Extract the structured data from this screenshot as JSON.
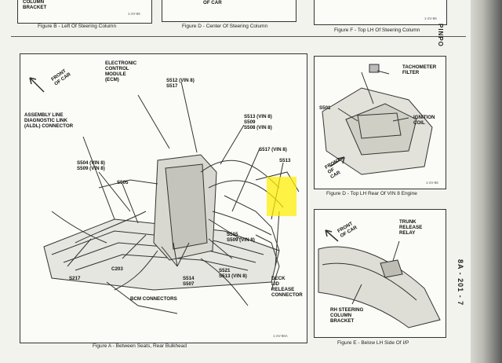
{
  "page_number": "8A - 201 - 7",
  "spine_label": "PINPO",
  "top_strip": {
    "fig_b_caption": "Figure B - Left Of Steering Column",
    "fig_b_label": "COLUMN\nBRACKET",
    "fig_b_code": "1-2V-86",
    "fig_d_caption": "Figure D - Center Of Steering Column",
    "fig_d_label": "OF CAR",
    "fig_f_caption": "Figure F - Top LH Of Steering Column",
    "fig_f_code": "1-2V-86"
  },
  "figure_a": {
    "caption": "Figure A - Between Seats, Rear Bulkhead",
    "code": "1-2V-86A",
    "labels": {
      "front": "FRONT\nOF CAR",
      "ecm": "ELECTRONIC\nCONTROL\nMODULE\n(ECM)",
      "s512": "S512 (VIN 8)\nS517",
      "s513": "S513 (VIN 8)\nS509\nS508 (VIN 8)",
      "aldl": "ASSEMBLY LINE\nDIAGNOSTIC LINK\n(ALDL) CONNECTOR",
      "s504": "S504 (VIN 8)\nS509 (VIN 8)",
      "s505": "S505",
      "s517b": "S517 (VIN 8)",
      "s513b": "S513",
      "s515": "S515\nS509 (VIN 8)",
      "s521": "S521\nS513 (VIN 8)",
      "s217": "S217",
      "c203": "C203",
      "s514": "S514\nS507",
      "bcm": "BCM CONNECTORS",
      "deck": "DECK\nLID\nRELEASE\nCONNECTOR"
    }
  },
  "figure_d": {
    "caption": "Figure D - Top LH Rear Of VIN 8 Engine",
    "code": "1-2V-86",
    "labels": {
      "tach": "TACHOMETER\nFILTER",
      "s501": "S501",
      "ign": "IGNITION\nCOIL",
      "front": "FRONT\nOF\nCAR"
    }
  },
  "figure_e": {
    "caption": "Figure E - Below LH Side Of I/P",
    "labels": {
      "front": "FRONT\nOF CAR",
      "trunk": "TRUNK\nRELEASE\nRELAY",
      "steer": "RH STEERING\nCOLUMN\nBRACKET"
    }
  }
}
